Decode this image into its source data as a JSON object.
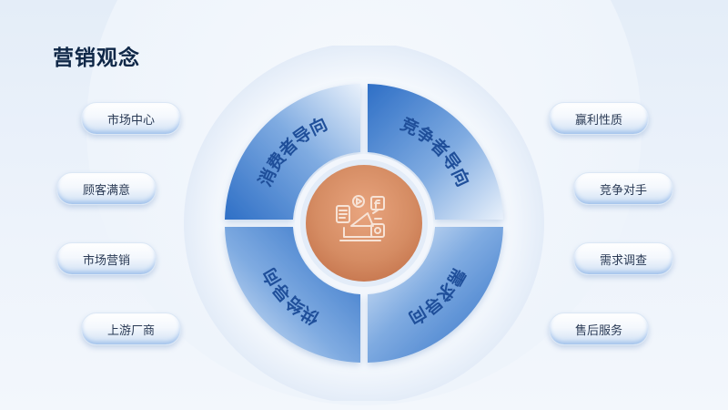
{
  "title": "营销观念",
  "center_icon": "marketing-megaphone-icon",
  "segments": [
    {
      "label": "消费者导向"
    },
    {
      "label": "竞争者导向"
    },
    {
      "label": "需求导向"
    },
    {
      "label": "供给导向"
    }
  ],
  "left_items": [
    {
      "label": "市场中心"
    },
    {
      "label": "顾客满意"
    },
    {
      "label": "市场营销"
    },
    {
      "label": "上游厂商"
    }
  ],
  "right_items": [
    {
      "label": "赢利性质"
    },
    {
      "label": "竞争对手"
    },
    {
      "label": "需求调查"
    },
    {
      "label": "售后服务"
    }
  ],
  "colors": {
    "title": "#0f2747",
    "segment_blue": "#3f7fcf",
    "segment_light": "#eef4fb",
    "hub": "#d9926a",
    "segment_text": "#1f4f9a"
  }
}
